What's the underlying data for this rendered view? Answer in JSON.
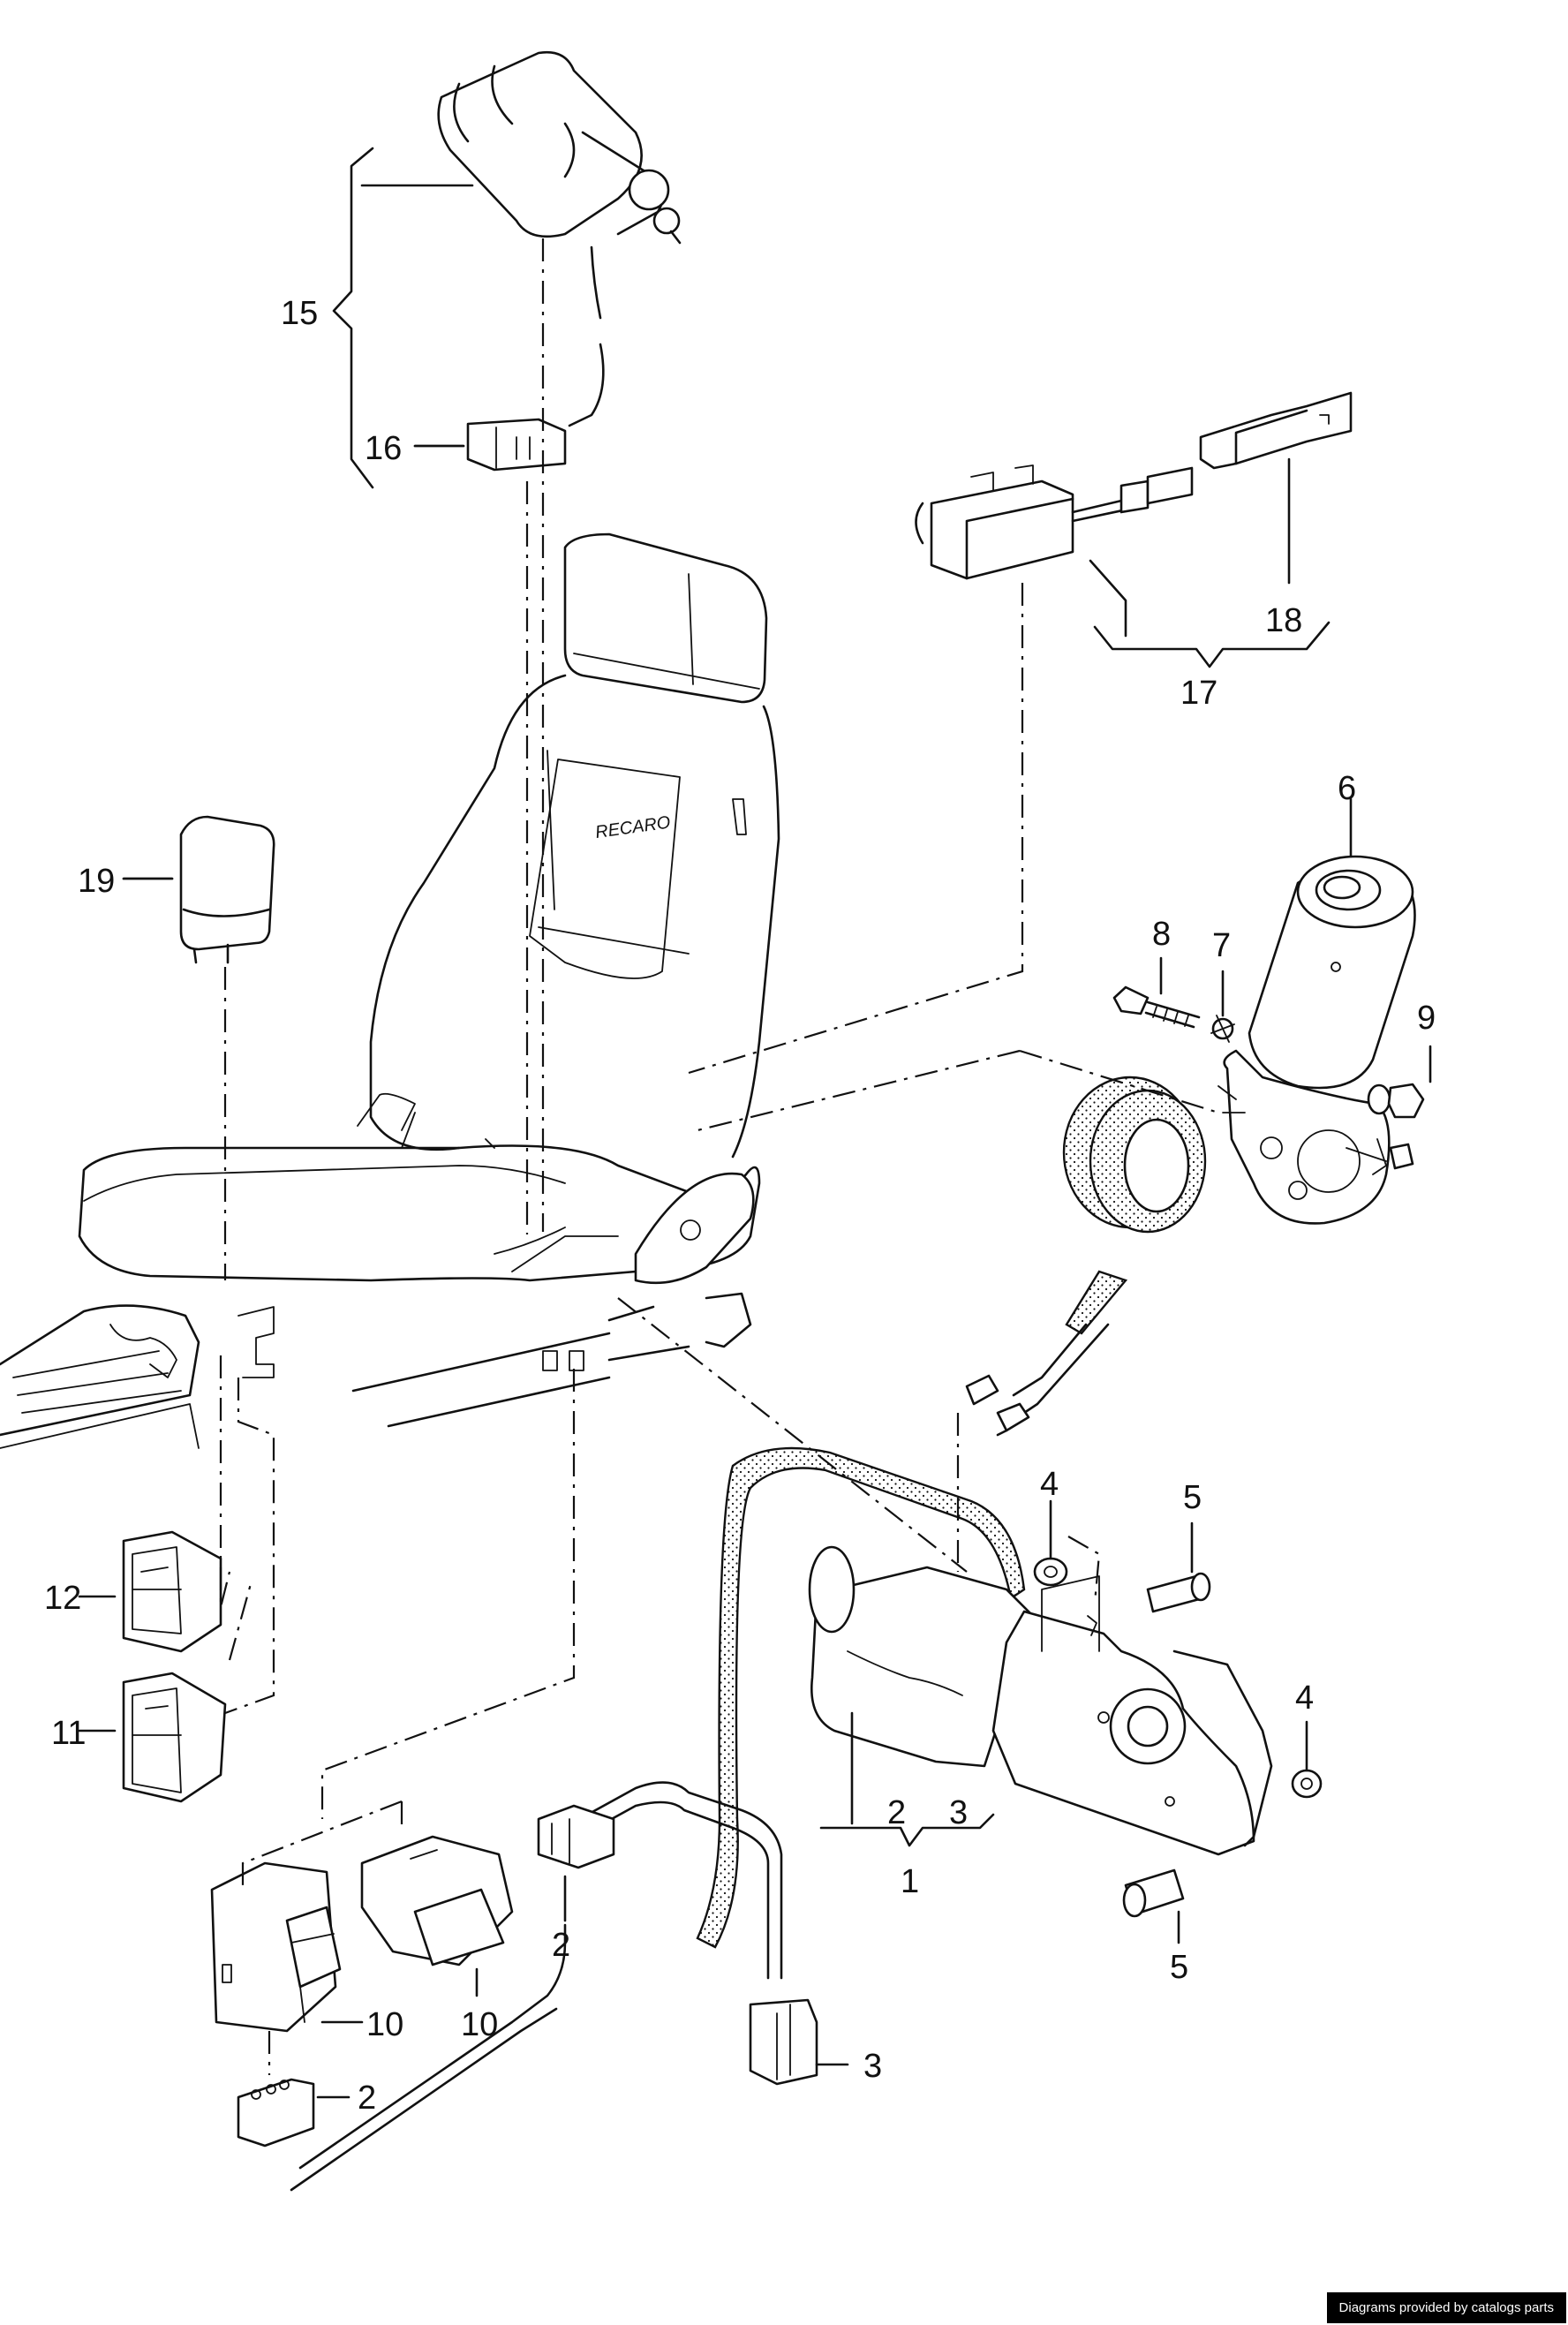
{
  "callouts": {
    "c1": "1",
    "c2a": "2",
    "c2b": "2",
    "c2c": "2",
    "c3a": "3",
    "c3b": "3",
    "c4a": "4",
    "c4b": "4",
    "c5a": "5",
    "c5b": "5",
    "c6": "6",
    "c7": "7",
    "c8": "8",
    "c9": "9",
    "c10a": "10",
    "c10b": "10",
    "c11": "11",
    "c12": "12",
    "c15": "15",
    "c16": "16",
    "c17": "17",
    "c18": "18",
    "c19": "19"
  },
  "seat_brand": "RECARO",
  "credit": "Diagrams provided by catalogs parts"
}
